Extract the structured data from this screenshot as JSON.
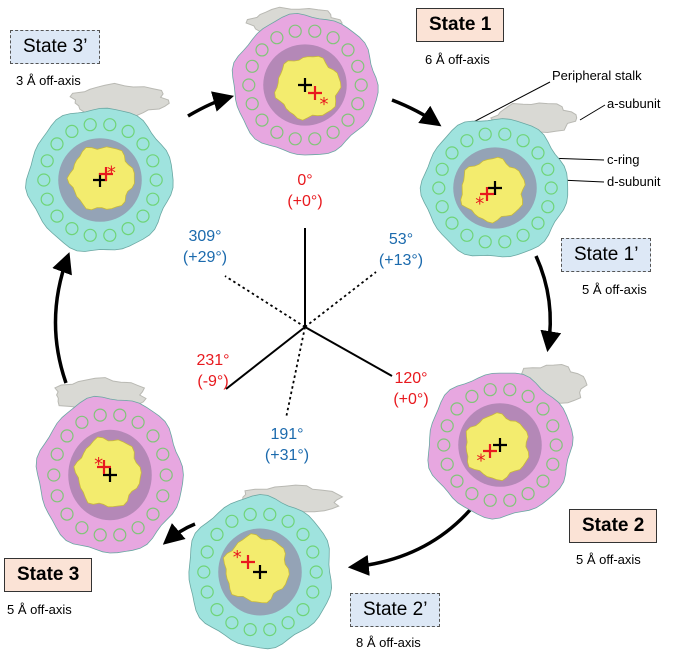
{
  "states": [
    {
      "id": "s1",
      "label": "State 1",
      "offset": "6 Å off-axis",
      "kind": "main"
    },
    {
      "id": "s1p",
      "label": "State 1’",
      "offset": "5 Å off-axis",
      "kind": "prime"
    },
    {
      "id": "s2",
      "label": "State 2",
      "offset": "5 Å off-axis",
      "kind": "main"
    },
    {
      "id": "s2p",
      "label": "State 2’",
      "offset": "8 Å off-axis",
      "kind": "prime"
    },
    {
      "id": "s3",
      "label": "State 3",
      "offset": "5 Å off-axis",
      "kind": "main"
    },
    {
      "id": "s3p",
      "label": "State 3’",
      "offset": "3 Å off-axis",
      "kind": "prime"
    }
  ],
  "angles": [
    {
      "deg": "0°",
      "delta": "(+0°)",
      "color": "red"
    },
    {
      "deg": "53°",
      "delta": "(+13°)",
      "color": "blue"
    },
    {
      "deg": "120°",
      "delta": "(+0°)",
      "color": "red"
    },
    {
      "deg": "191°",
      "delta": "(+31°)",
      "color": "blue"
    },
    {
      "deg": "231°",
      "delta": "(-9°)",
      "color": "red"
    },
    {
      "deg": "309°",
      "delta": "(+29°)",
      "color": "blue"
    }
  ],
  "annotations": {
    "peripheral_stalk": "Peripheral stalk",
    "a_subunit": "a-subunit",
    "c_ring": "c-ring",
    "d_subunit": "d-subunit"
  },
  "colors": {
    "c_ring_cyan": "#9fe3de",
    "c_ring_pink": "#e7a7e0",
    "d_subunit_yellow": "#f3ec6e",
    "helix_green": "#5fcf55",
    "stalk_gray": "#d9d9d4",
    "marker_red": "#e8191e",
    "state_box": "#fbe3d6",
    "prime_box": "#dde8f6"
  }
}
